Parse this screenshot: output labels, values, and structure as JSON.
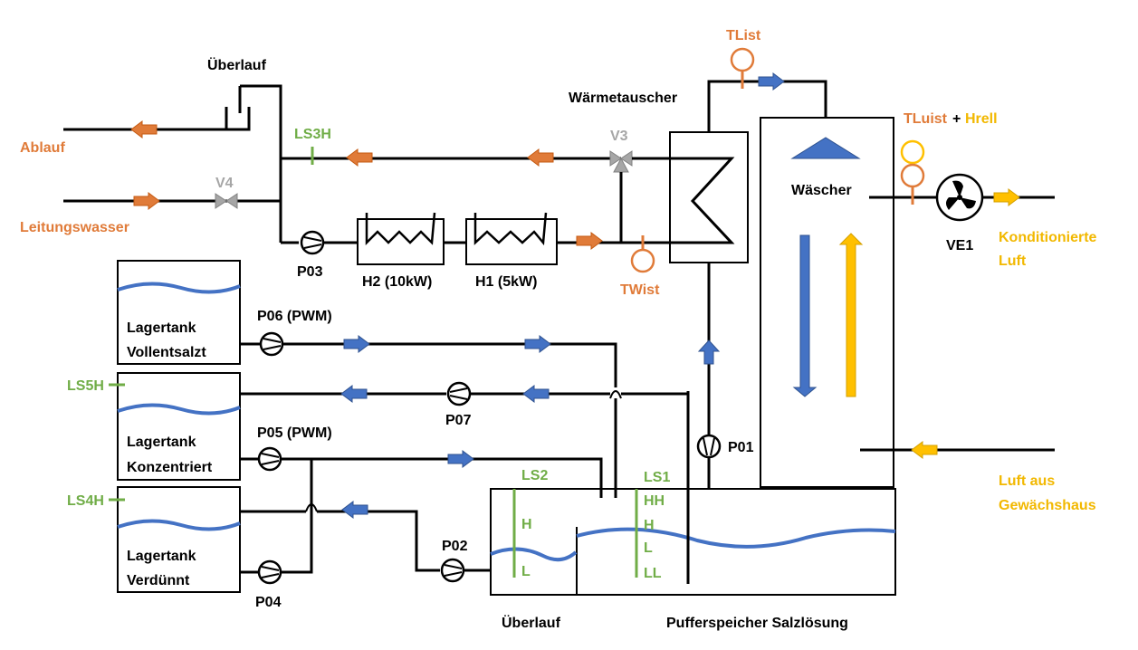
{
  "labels": {
    "ueberlauf_top": "Überlauf",
    "waermetauscher": "Wärmetauscher",
    "ablauf": "Ablauf",
    "leitungswasser": "Leitungswasser",
    "ls3h": "LS3H",
    "v3": "V3",
    "v4": "V4",
    "tlist": "TList",
    "tluist": "TLuist",
    "plus": "+",
    "hrell": "Hrell",
    "waescher": "Wäscher",
    "ve1": "VE1",
    "konditionierte_1": "Konditionierte",
    "konditionierte_2": "Luft",
    "p03": "P03",
    "h2": "H2 (10kW)",
    "h1": "H1 (5kW)",
    "twist": "TWist",
    "p06": "P06 (PWM)",
    "tank1_a": "Lagertank",
    "tank1_b": "Vollentsalzt",
    "ls5h": "LS5H",
    "p07": "P07",
    "tank2_a": "Lagertank",
    "tank2_b": "Konzentriert",
    "p05": "P05 (PWM)",
    "ls4h": "LS4H",
    "tank3_a": "Lagertank",
    "tank3_b": "Verdünnt",
    "p04": "P04",
    "p02": "P02",
    "p01": "P01",
    "ls2": "LS2",
    "ls2_h": "H",
    "ls2_l": "L",
    "ls1": "LS1",
    "ls1_hh": "HH",
    "ls1_h": "H",
    "ls1_l": "L",
    "ls1_ll": "LL",
    "ueberlauf_bottom": "Überlauf",
    "pufferspeicher": "Pufferspeicher Salzlösung",
    "luft_aus_1": "Luft aus",
    "luft_aus_2": "Gewächshaus"
  },
  "colors": {
    "orange": "#e07b39",
    "blue": "#4472c4",
    "green": "#70ad47",
    "gray": "#a6a6a6",
    "yellow": "#ffc000"
  }
}
